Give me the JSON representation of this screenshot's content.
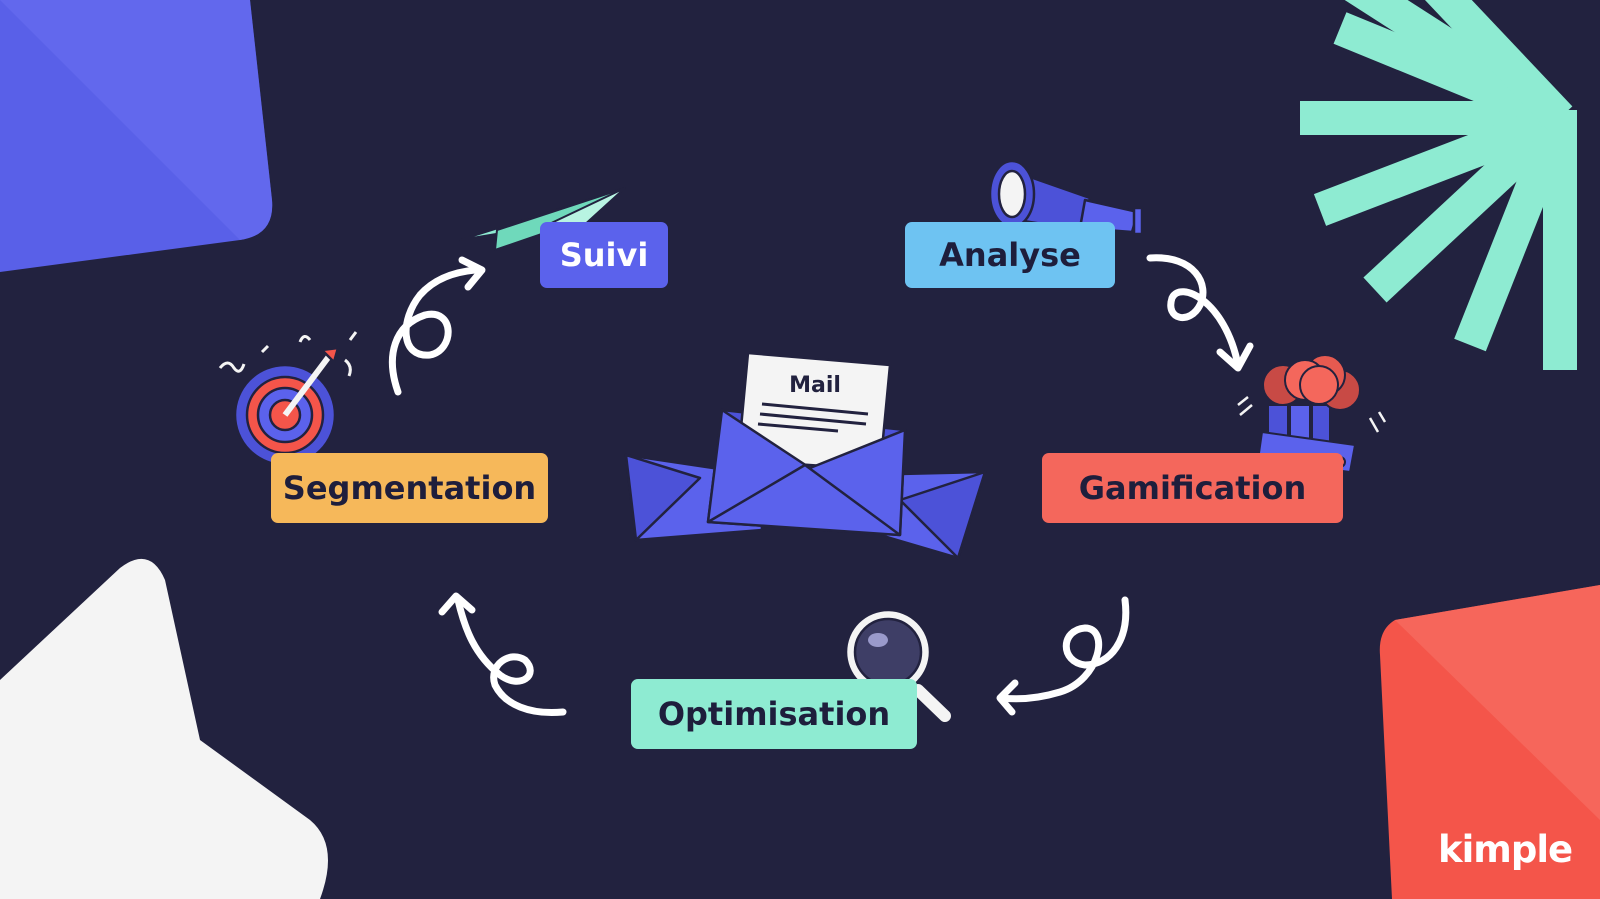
{
  "diagram": {
    "center_label": "Mail",
    "steps": [
      {
        "id": "suivi",
        "label": "Suivi",
        "color": "#5b62ec"
      },
      {
        "id": "analyse",
        "label": "Analyse",
        "color": "#6ec3f2"
      },
      {
        "id": "gamification",
        "label": "Gamification",
        "color": "#f4675c"
      },
      {
        "id": "optimisation",
        "label": "Optimisation",
        "color": "#8eebd2"
      },
      {
        "id": "segmentation",
        "label": "Segmentation",
        "color": "#f6b85a"
      }
    ],
    "icons": [
      "paper-plane-icon",
      "telescope-icon",
      "balloons-icon",
      "magnifier-icon",
      "target-icon",
      "envelope-icon"
    ]
  },
  "brand": {
    "logo_text": "kimple",
    "colors": {
      "background": "#22223f",
      "blue": "#5b62ec",
      "mint": "#8eebd2",
      "red": "#f4675c",
      "white": "#f4f4f4"
    }
  }
}
